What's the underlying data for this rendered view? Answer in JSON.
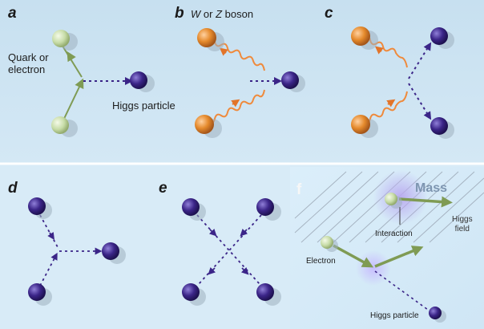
{
  "panels": [
    {
      "letter": "a",
      "labels": {
        "particle": "Quark or\nelectron",
        "higgs": "Higgs particle"
      }
    },
    {
      "letter": "b",
      "labels": {
        "boson_w": "W",
        "boson_rest": " or ",
        "boson_z": "Z",
        "boson_end": " boson"
      }
    },
    {
      "letter": "c"
    },
    {
      "letter": "d"
    },
    {
      "letter": "e"
    },
    {
      "letter": "f",
      "labels": {
        "mass": "Mass",
        "higgs_field": "Higgs\nfield",
        "interaction": "Interaction",
        "electron": "Electron",
        "higgs": "Higgs particle"
      }
    }
  ],
  "colors": {
    "background_top": "#cfe6f4",
    "background_bottom": "#d9ecf8",
    "divider": "#ffffff",
    "panel_f": "#5e7fa3",
    "quark": "#c7dca7",
    "boson": "#e58a2c",
    "higgs": "#3b2588",
    "wavy_line": "#ef8a3c",
    "arrow_green": "#7f9b54"
  }
}
